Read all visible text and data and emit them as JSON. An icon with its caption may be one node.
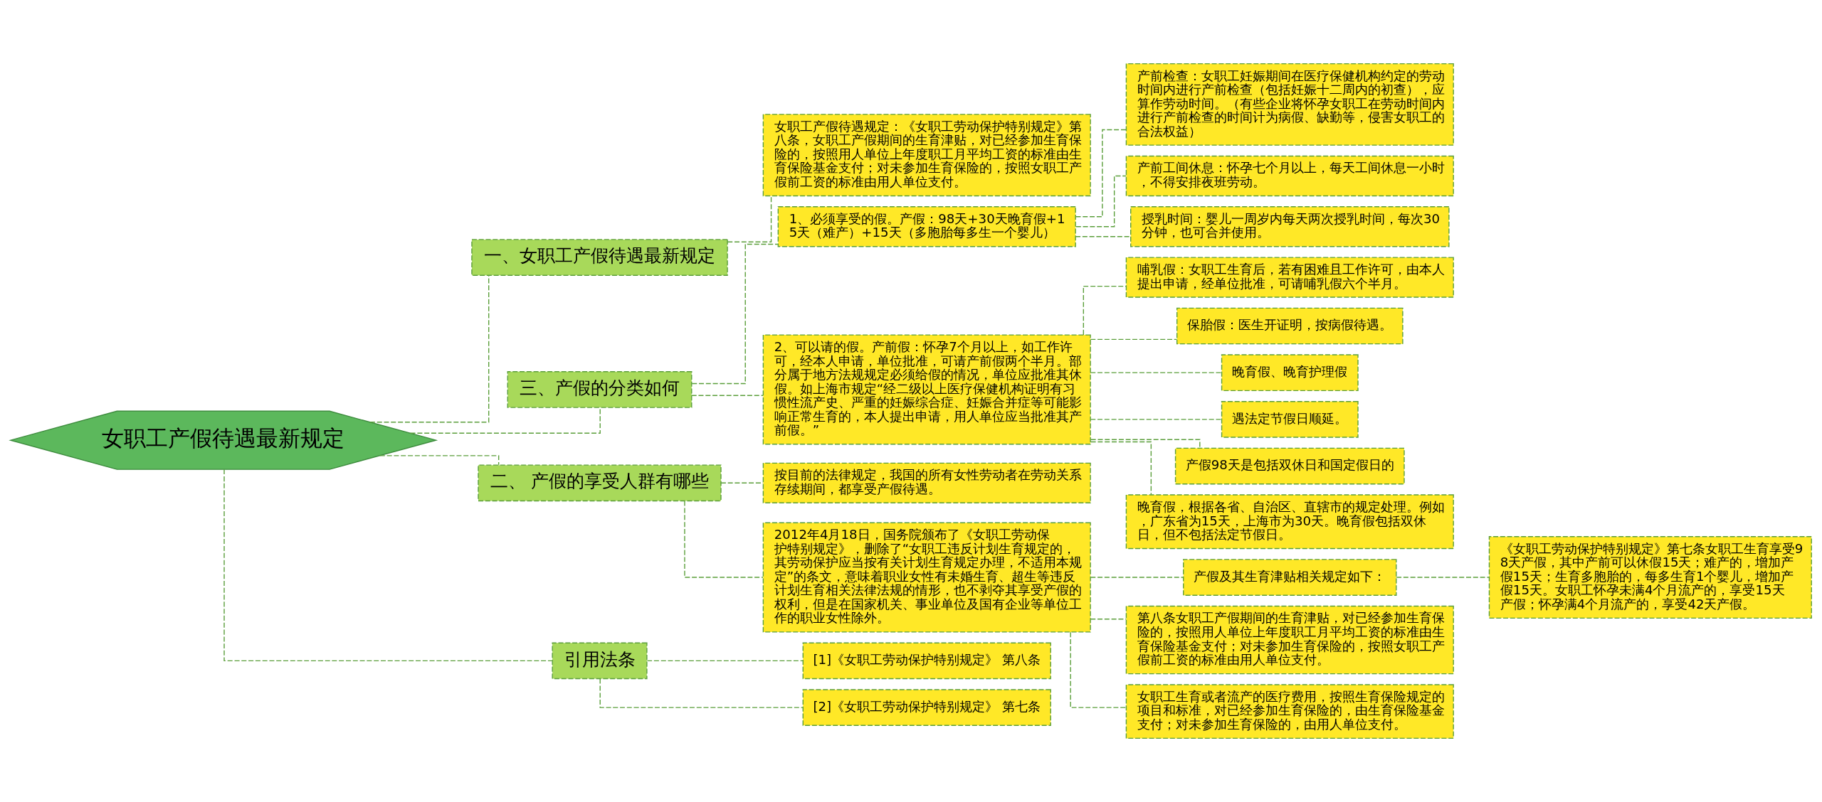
{
  "diagram": {
    "nodes": [
      {
        "text": [
          "女职工产假待遇最新规定"
        ]
      },
      {
        "text": [
          "一、女职工产假待遇最新规定"
        ]
      },
      {
        "text": [
          "女职工产假待遇规定：《女职工劳动保护特别规定》第八条，女职工产假期间的生育津贴，对已经参加生育保险的，按照用人单位上年度职工月平均工资的标准由生育保险基金支付；对未参加生育保险的，按照女职工产假前工资的标准由用人单位支付。"
        ]
      },
      {
        "text": [
          "三、产假的分类如何"
        ]
      },
      {
        "text": [
          "1、必须享受的假。产假：98天+30天晚育假+15天（难产）+15天（多胞胎每多生一个婴儿）"
        ]
      },
      {
        "text": [
          "产前检查：女职工妊娠期间在医疗保健机构约定的劳动时间内进行产前检查（包括妊娠十二周内的初查），应算作劳动时间。（有些企业将怀孕女职工在劳动时间内进行产前检查的时间计为病假、缺勤等，侵害女职工的合法权益）"
        ]
      },
      {
        "text": [
          "产前工间休息：怀孕七个月以上，每天工间休息一小时，不得安排夜班劳动。"
        ]
      },
      {
        "text": [
          "授乳时间：婴儿一周岁内每天两次授乳时间，每次30分钟，也可合并使用。"
        ]
      },
      {
        "text": [
          "2、可以请的假。产前假：怀孕7个月以上，如工作许可，经本人申请，单位批准，可请产前假两个半月。部分属于地方法规规定必须给假的情况，单位应批准其休假。如上海市规定“经二级以上医疗保健机构证明有习惯性流产史、严重的妊娠综合症、妊娠合并症等可能影响正常生育的，本人提出申请，用人单位应当批准其产前假。”"
        ]
      },
      {
        "text": [
          "哺乳假：女职工生育后，若有困难且工作许可，由本人提出申请，经单位批准，可请哺乳假六个半月。"
        ]
      },
      {
        "text": [
          "保胎假：医生开证明，按病假待遇。"
        ]
      },
      {
        "text": [
          "晚育假、晚育护理假"
        ]
      },
      {
        "text": [
          "遇法定节假日顺延。"
        ]
      },
      {
        "text": [
          "产假98天是包括双休日和国定假日的"
        ]
      },
      {
        "text": [
          "晚育假，根据各省、自治区、直辖市的规定处理。例如，广东省为15天，上海市为30天。晚育假包括双休日，但不包括法定节假日。"
        ]
      },
      {
        "text": [
          "二、 产假的享受人群有哪些"
        ]
      },
      {
        "text": [
          "按目前的法律规定，我国的所有女性劳动者在劳动关系存续期间，都享受产假待遇。"
        ]
      },
      {
        "text": [
          "2012年4月18日，国务院颁布了《女职工劳动保护特别规定》，删除了“女职工违反计划生育规定的，其劳动保护应当按有关计划生育规定办理，不适用本规定”的条文，意味着职业女性有未婚生育、超生等违反计划生育相关法律法规的情形，也不剥夺其享受产假的权利，但是在国家机关、事业单位及国有企业等单位工作的职业女性除外。"
        ]
      },
      {
        "text": [
          "产假及其生育津贴相关规定如下："
        ]
      },
      {
        "text": [
          "《女职工劳动保护特别规定》第七条女职工生育享受98天产假，其中产前可以休假15天；难产的，增加产假15天；生育多胞胎的，每多生育1个婴儿，增加产假15天。女职工怀孕未满4个月流产的，享受15天产假；怀孕满4个月流产的，享受42天产假。"
        ]
      },
      {
        "text": [
          "第八条女职工产假期间的生育津贴，对已经参加生育保险的，按照用人单位上年度职工月平均工资的标准由生育保险基金支付；对未参加生育保险的，按照女职工产假前工资的标准由用人单位支付。"
        ]
      },
      {
        "text": [
          "女职工生育或者流产的医疗费用，按照生育保险规定的项目和标准，对已经参加生育保险的，由生育保险基金支付；对未参加生育保险的，由用人单位支付。"
        ]
      },
      {
        "text": [
          "引用法条"
        ]
      },
      {
        "text": [
          "[1]《女职工劳动保护特别规定》 第八条"
        ]
      },
      {
        "text": [
          "[2]《女职工劳动保护特别规定》 第七条"
        ]
      }
    ],
    "edges": [
      {
        "from": 0,
        "to": 1,
        "arrow": "none",
        "style": "dashed"
      },
      {
        "from": 1,
        "to": 2,
        "arrow": "none",
        "style": "dashed"
      },
      {
        "from": 0,
        "to": 3,
        "arrow": "none",
        "style": "dashed"
      },
      {
        "from": 3,
        "to": 4,
        "arrow": "none",
        "style": "dashed"
      },
      {
        "from": 4,
        "to": 5,
        "arrow": "none",
        "style": "dashed"
      },
      {
        "from": 4,
        "to": 6,
        "arrow": "none",
        "style": "dashed"
      },
      {
        "from": 4,
        "to": 7,
        "arrow": "none",
        "style": "dashed"
      },
      {
        "from": 3,
        "to": 8,
        "arrow": "none",
        "style": "dashed"
      },
      {
        "from": 8,
        "to": 9,
        "arrow": "none",
        "style": "dashed"
      },
      {
        "from": 8,
        "to": 10,
        "arrow": "none",
        "style": "dashed"
      },
      {
        "from": 8,
        "to": 11,
        "arrow": "none",
        "style": "dashed"
      },
      {
        "from": 8,
        "to": 12,
        "arrow": "none",
        "style": "dashed"
      },
      {
        "from": 8,
        "to": 13,
        "arrow": "none",
        "style": "dashed"
      },
      {
        "from": 8,
        "to": 14,
        "arrow": "none",
        "style": "dashed"
      },
      {
        "from": 0,
        "to": 15,
        "arrow": "none",
        "style": "dashed"
      },
      {
        "from": 15,
        "to": 16,
        "arrow": "none",
        "style": "dashed"
      },
      {
        "from": 15,
        "to": 17,
        "arrow": "none",
        "style": "dashed"
      },
      {
        "from": 17,
        "to": 18,
        "arrow": "none",
        "style": "dashed"
      },
      {
        "from": 18,
        "to": 19,
        "arrow": "none",
        "style": "dashed"
      },
      {
        "from": 17,
        "to": 20,
        "arrow": "none",
        "style": "dashed"
      },
      {
        "from": 17,
        "to": 21,
        "arrow": "none",
        "style": "dashed"
      },
      {
        "from": 0,
        "to": 22,
        "arrow": "none",
        "style": "dashed"
      },
      {
        "from": 22,
        "to": 23,
        "arrow": "none",
        "style": "dashed"
      },
      {
        "from": 22,
        "to": 24,
        "arrow": "none",
        "style": "dashed"
      }
    ]
  }
}
